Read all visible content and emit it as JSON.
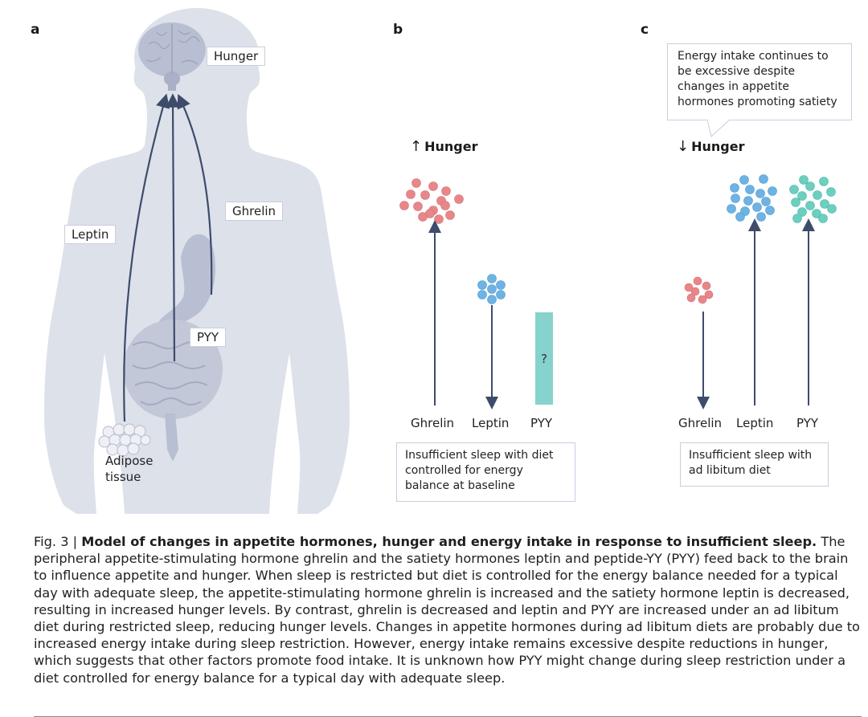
{
  "panels": {
    "a": {
      "letter": "a",
      "labels": {
        "hunger": "Hunger",
        "ghrelin": "Ghrelin",
        "leptin": "Leptin",
        "pyy": "PYY",
        "adipose_line1": "Adipose",
        "adipose_line2": "tissue"
      }
    },
    "b": {
      "letter": "b",
      "hunger_arrow": "↑",
      "hunger_label": "Hunger",
      "hormones": [
        {
          "name": "Ghrelin",
          "direction": "up",
          "color": "#e8878a"
        },
        {
          "name": "Leptin",
          "direction": "down",
          "color": "#6eb3e3"
        },
        {
          "name": "PYY",
          "direction": "unknown",
          "color": "#86d2cc",
          "marker": "?"
        }
      ],
      "condition": "Insufficient sleep with diet controlled for energy balance at baseline"
    },
    "c": {
      "letter": "c",
      "hunger_arrow": "↓",
      "hunger_label": "Hunger",
      "callout": "Energy intake continues to be excessive despite changes in appetite hormones promoting satiety",
      "hormones": [
        {
          "name": "Ghrelin",
          "direction": "down",
          "color": "#e8878a"
        },
        {
          "name": "Leptin",
          "direction": "up",
          "color": "#6eb3e3"
        },
        {
          "name": "PYY",
          "direction": "up",
          "color": "#6ccfc0"
        }
      ],
      "condition": "Insufficient sleep with ad libitum diet"
    }
  },
  "caption": {
    "fig_number": "Fig. 3 | ",
    "title": "Model of changes in appetite hormones, hunger and energy intake in response to insufficient sleep.",
    "body": "The peripheral appetite-stimulating hormone ghrelin and the satiety hormones leptin and peptide-YY (PYY) feed back to the brain to influence appetite and hunger. When sleep is restricted but diet is controlled for the energy balance needed for a typical day with adequate sleep, the appetite-stimulating hormone ghrelin is increased and the satiety hormone leptin is decreased, resulting in increased hunger levels. By contrast, ghrelin is decreased and leptin and PYY are increased under an ad libitum diet during restricted sleep, reducing hunger levels. Changes in appetite hormones during ad libitum diets are probably due to increased energy intake during sleep restriction. However, energy intake remains excessive despite reductions in hunger, which suggests that other factors promote food intake. It is unknown how PYY might change during sleep restriction under a diet controlled for energy balance for a typical day with adequate sleep."
  },
  "colors": {
    "body_silhouette": "#dde1ea",
    "organ": "#b9bfd2",
    "arrow": "#3d4c6b",
    "ghrelin": "#e8878a",
    "leptin": "#6eb3e3",
    "pyy": "#6ccfc0"
  }
}
